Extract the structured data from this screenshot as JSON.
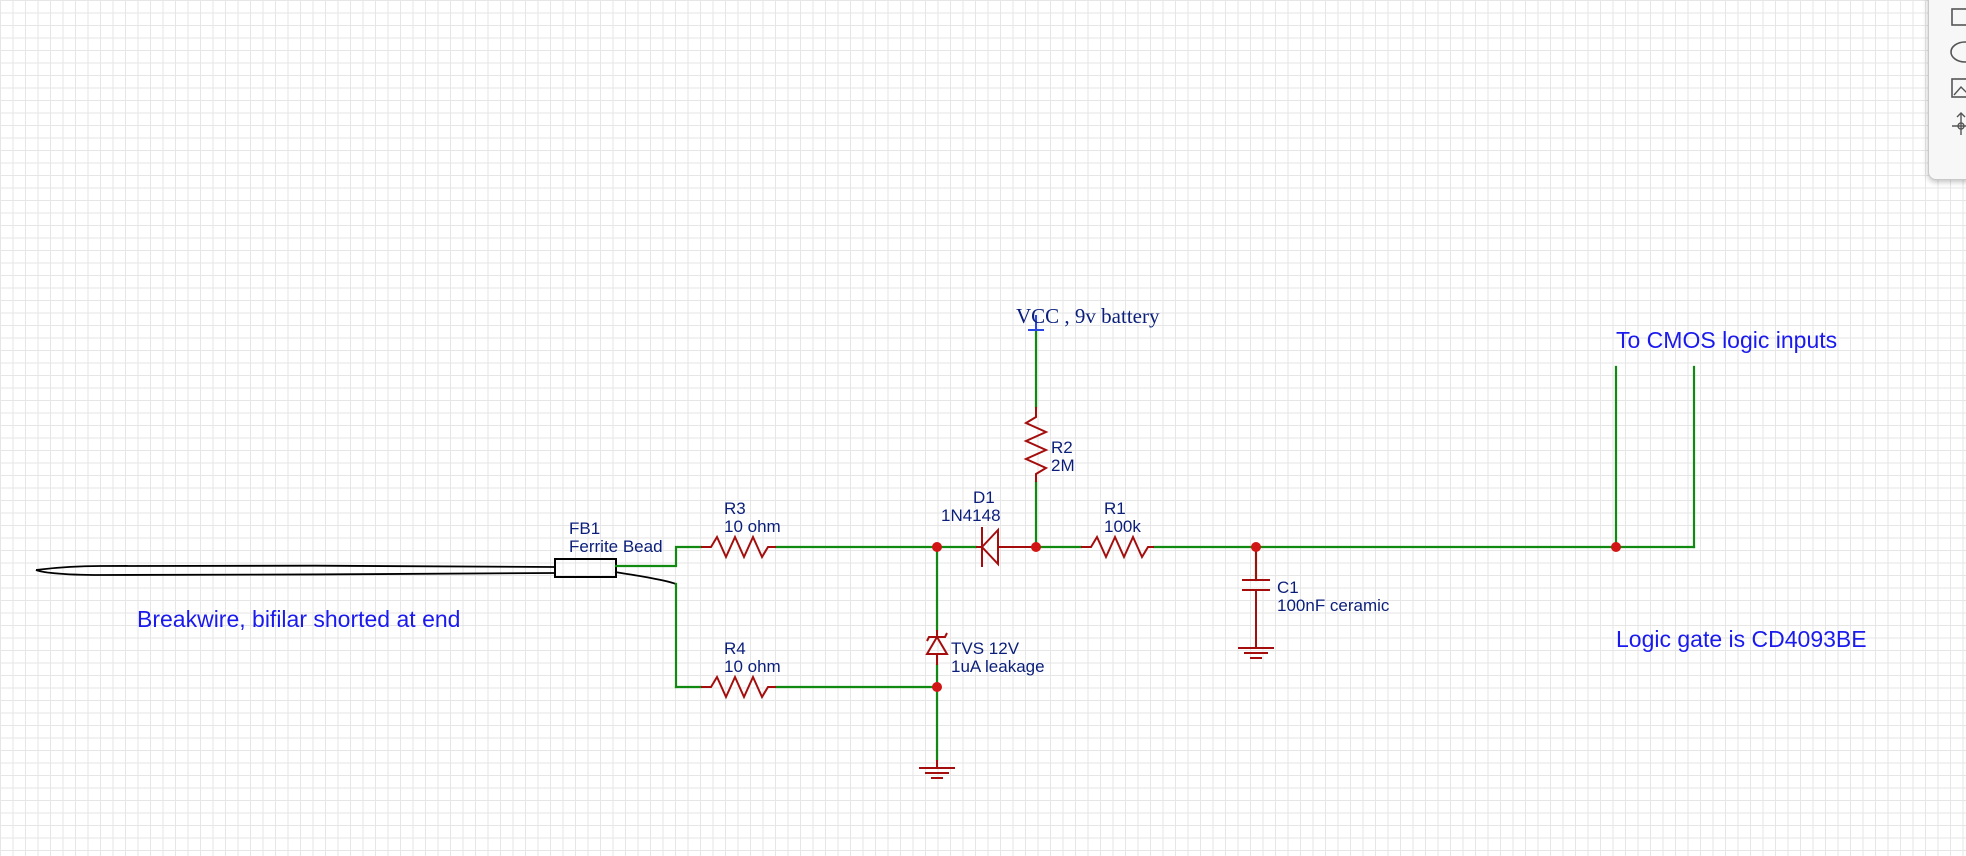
{
  "schematic": {
    "notes": {
      "breakwire": "Breakwire, bifilar shorted at end",
      "cmos": "To CMOS logic inputs",
      "gate": "Logic gate is CD4093BE"
    },
    "vcc": "VCC , 9v battery",
    "components": {
      "fb1": {
        "ref": "FB1",
        "value": "Ferrite Bead"
      },
      "r3": {
        "ref": "R3",
        "value": "10 ohm"
      },
      "r4": {
        "ref": "R4",
        "value": "10 ohm"
      },
      "d1": {
        "ref": "D1",
        "value": "1N4148"
      },
      "r2": {
        "ref": "R2",
        "value": "2M"
      },
      "r1": {
        "ref": "R1",
        "value": "100k"
      },
      "c1": {
        "ref": "C1",
        "value": "100nF ceramic"
      },
      "tvs": {
        "ref": "TVS 12V",
        "value": "1uA leakage"
      }
    }
  },
  "toolbar": {
    "tools": [
      "rectangle-icon",
      "ellipse-icon",
      "image-icon",
      "anchor-icon"
    ]
  }
}
